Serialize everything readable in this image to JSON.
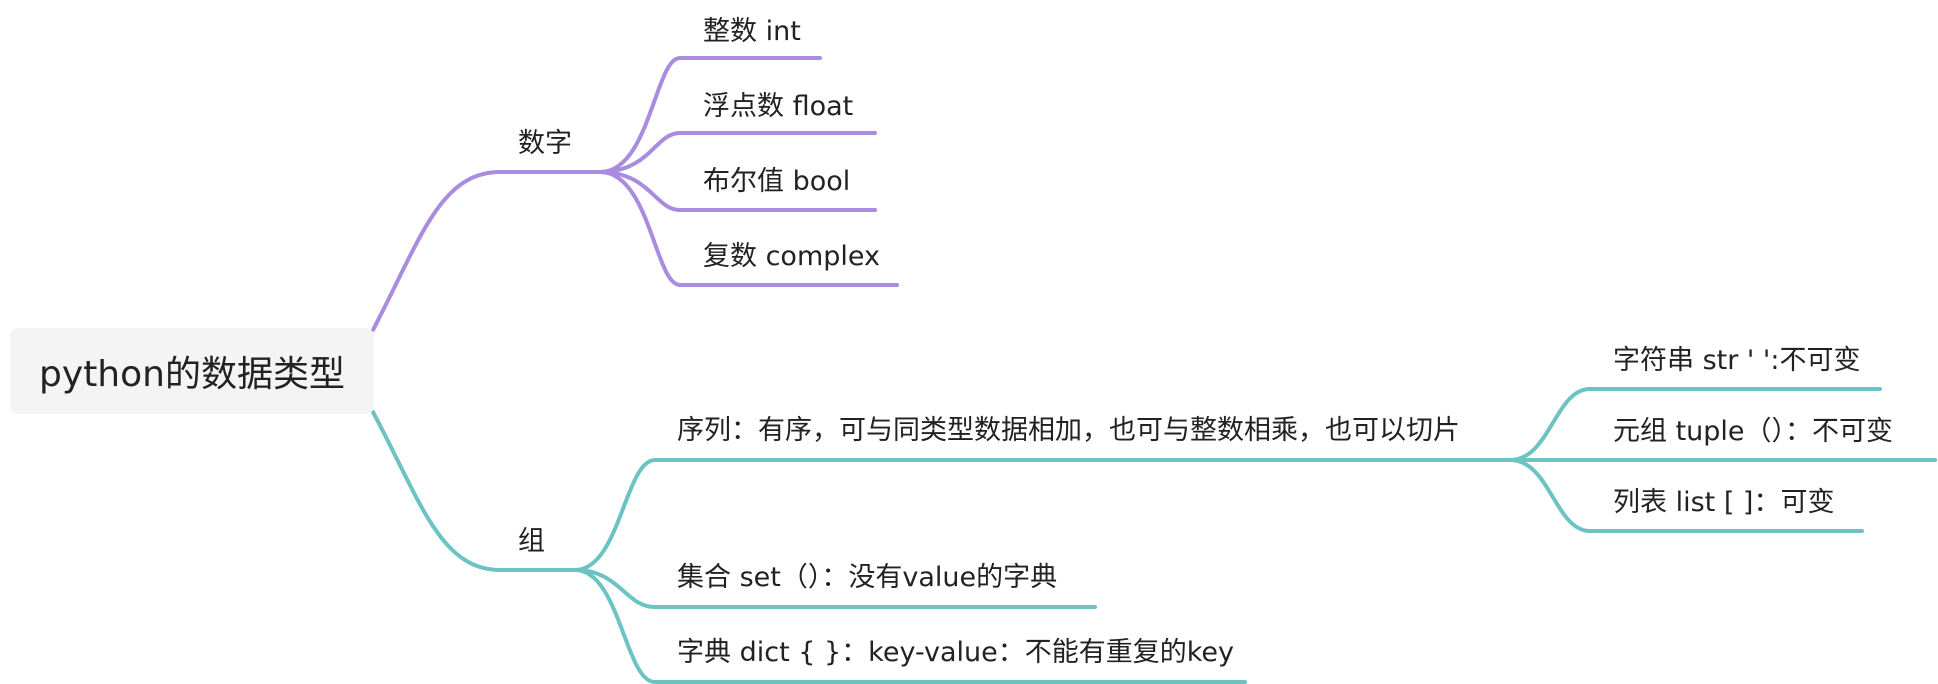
{
  "root": {
    "label": "python的数据类型"
  },
  "colors": {
    "numbers_branch": "#a98be0",
    "groups_branch": "#6cc3c3"
  },
  "branches": [
    {
      "label": "数字",
      "children": [
        {
          "label": "整数 int"
        },
        {
          "label": "浮点数 float"
        },
        {
          "label": "布尔值 bool"
        },
        {
          "label": "复数 complex"
        }
      ]
    },
    {
      "label": "组",
      "children": [
        {
          "label": "序列：有序，可与同类型数据相加，也可与整数相乘，也可以切片",
          "children": [
            {
              "label": "字符串 str ' ':不可变"
            },
            {
              "label": "元组 tuple（）：不可变"
            },
            {
              "label": "列表 list [ ]：可变"
            }
          ]
        },
        {
          "label": "集合 set（）：没有value的字典"
        },
        {
          "label": "字典 dict { }：key-value：不能有重复的key"
        }
      ]
    }
  ]
}
